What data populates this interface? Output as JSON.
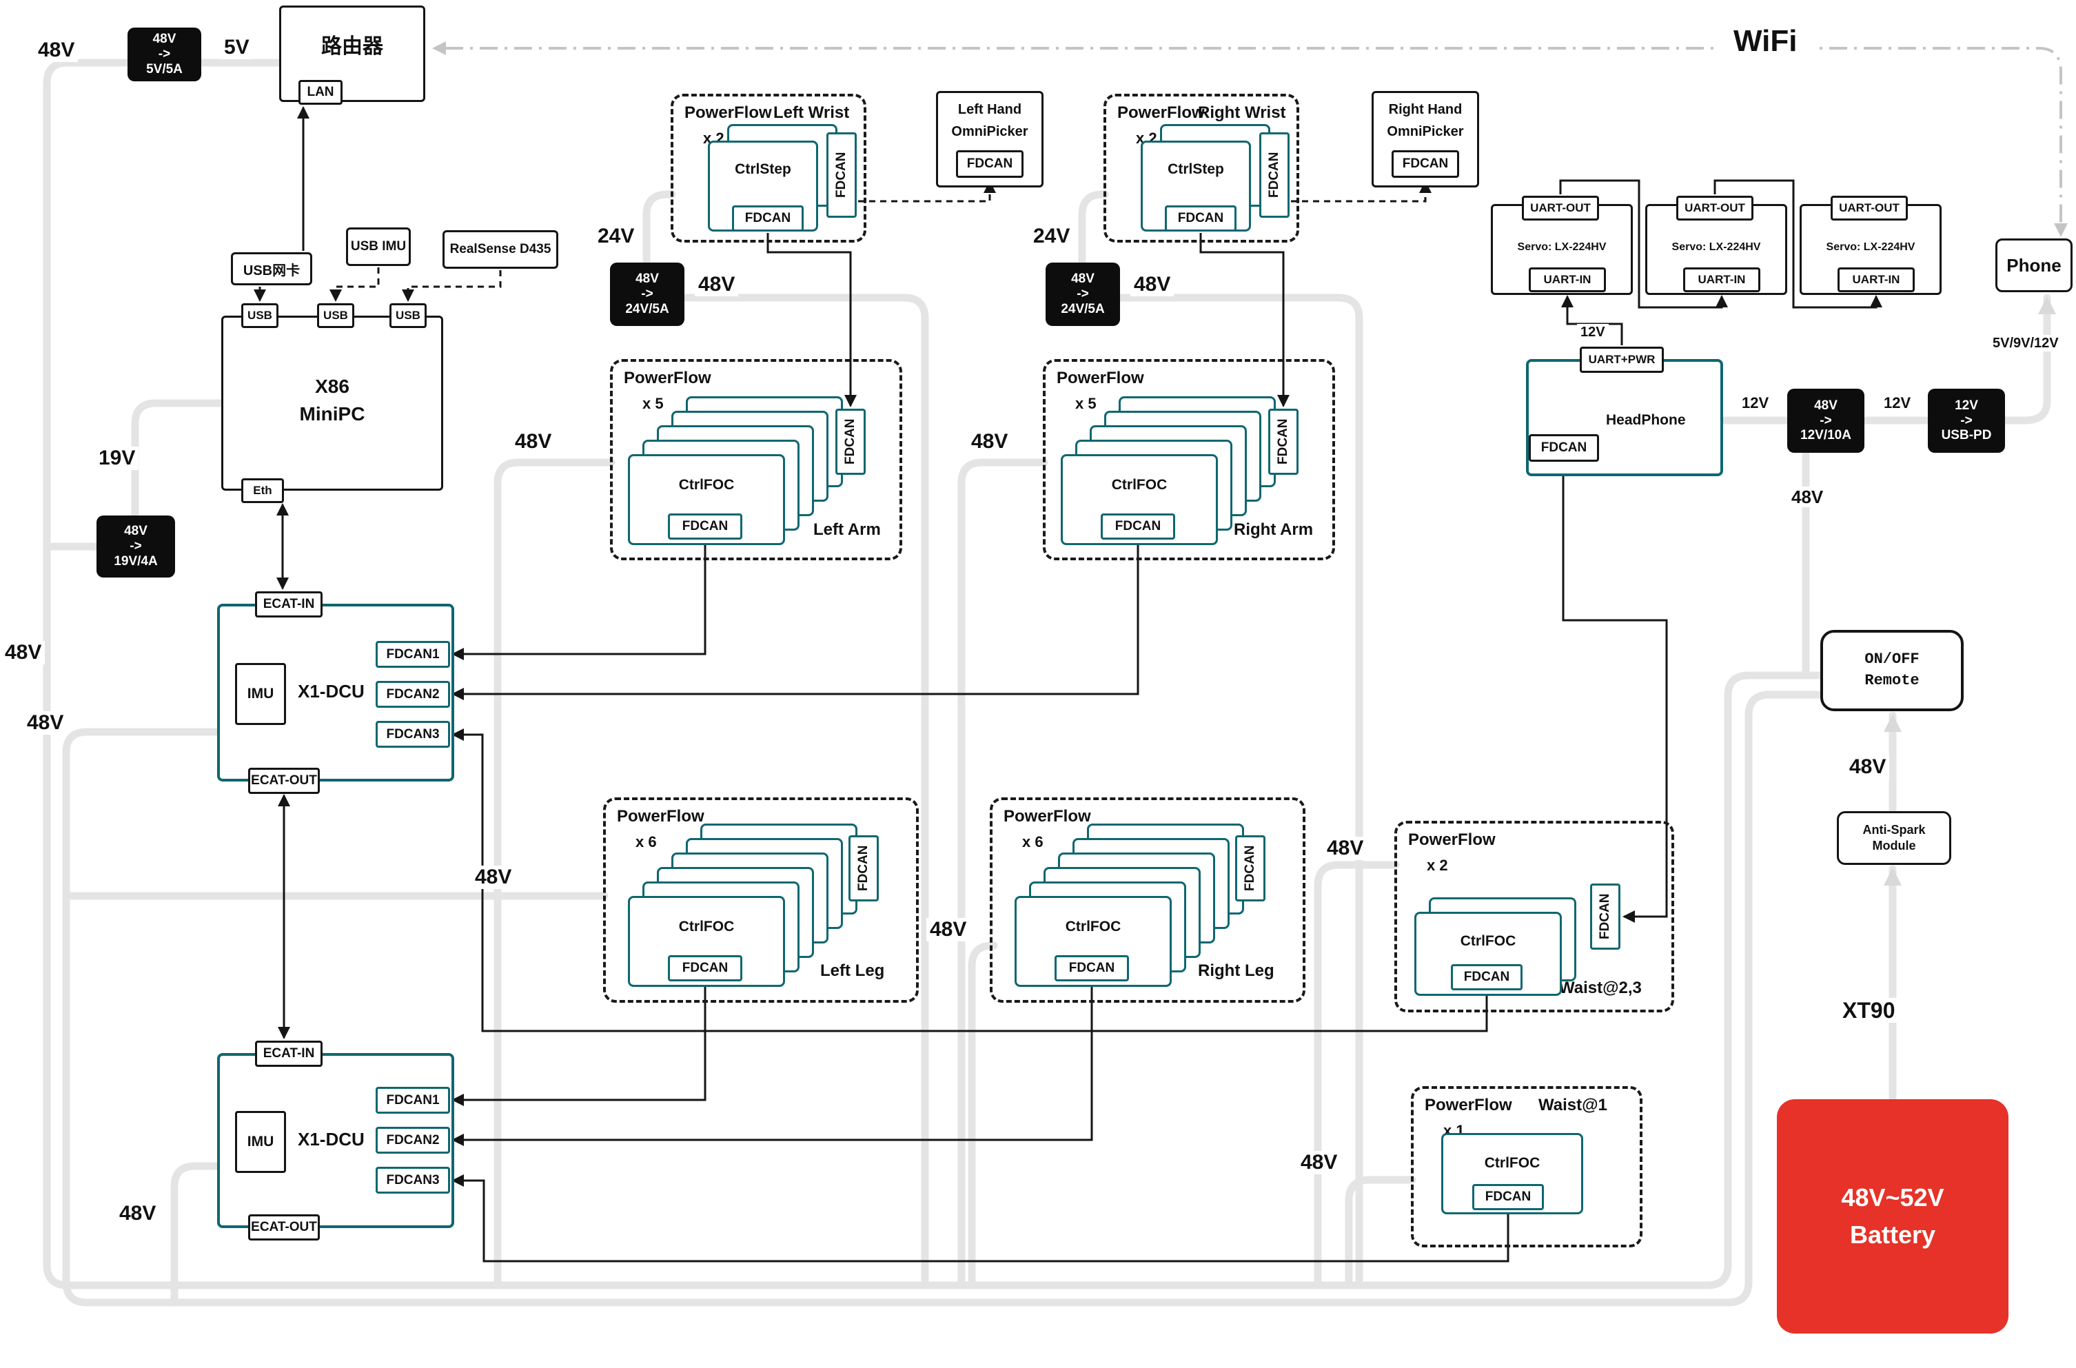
{
  "diagram": {
    "power_labels": {
      "v48": "48V",
      "v5": "5V",
      "v19": "19V",
      "v24": "24V",
      "v12": "12V",
      "phone_pwr": "5V/9V/12V",
      "xt90": "XT90",
      "wifi": "WiFi"
    },
    "converters": {
      "c5": {
        "in": "48V",
        "arr": "->",
        "out": "5V/5A"
      },
      "c19": {
        "in": "48V",
        "arr": "->",
        "out": "19V/4A"
      },
      "c24": {
        "in": "48V",
        "arr": "->",
        "out": "24V/5A"
      },
      "c12": {
        "in": "48V",
        "arr": "->",
        "out": "12V/10A"
      },
      "cpd": {
        "in": "12V",
        "arr": "->",
        "out": "USB-PD"
      }
    },
    "router": {
      "title": "路由器",
      "lan": "LAN"
    },
    "pc": {
      "l1": "X86",
      "l2": "MiniPC",
      "usb": "USB",
      "eth": "Eth",
      "nic": "USB网卡",
      "imu": "USB IMU",
      "realsense": "RealSense D435"
    },
    "dcu": {
      "title": "X1-DCU",
      "ecat_in": "ECAT-IN",
      "ecat_out": "ECAT-OUT",
      "imu": "IMU",
      "f1": "FDCAN1",
      "f2": "FDCAN2",
      "f3": "FDCAN3"
    },
    "pf": {
      "title": "PowerFlow",
      "x1": "x 1",
      "x2": "x 2",
      "x5": "x 5",
      "x6": "x 6",
      "ctrlstep": "CtrlStep",
      "ctrlfoc": "CtrlFOC",
      "fdcan": "FDCAN",
      "left_wrist": "Left Wrist",
      "right_wrist": "Right Wrist",
      "left_arm": "Left Arm",
      "right_arm": "Right Arm",
      "left_leg": "Left Leg",
      "right_leg": "Right Leg",
      "waist23": "Waist@2,3",
      "waist1": "Waist@1"
    },
    "hands": {
      "left": "Left Hand",
      "right": "Right Hand",
      "sub": "OmniPicker",
      "fdcan": "FDCAN"
    },
    "servo": {
      "uart_out": "UART-OUT",
      "name": "Servo: LX-224HV",
      "uart_in": "UART-IN"
    },
    "headphone": {
      "uart": "UART+PWR",
      "title": "HeadPhone",
      "fdcan": "FDCAN"
    },
    "phone": "Phone",
    "remote": {
      "l1": "ON/OFF",
      "l2": "Remote"
    },
    "antispark": {
      "l1": "Anti-Spark",
      "l2": "Module"
    },
    "battery": {
      "l1": "48V~52V",
      "l2": "Battery"
    }
  }
}
